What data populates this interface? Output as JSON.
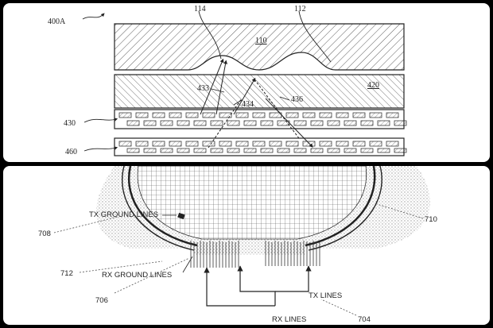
{
  "figure_top": {
    "ref_labels": {
      "fig": "400A",
      "r114": "114",
      "r112": "112",
      "r110": "110",
      "r420": "420",
      "r433": "433",
      "r434": "434",
      "r436": "436",
      "r430": "430",
      "r460": "460"
    }
  },
  "figure_bottom": {
    "text_labels": {
      "tx_ground_lines": "TX GROUND LINES",
      "rx_ground_lines": "RX GROUND LINES",
      "tx_lines": "TX LINES",
      "rx_lines": "RX LINES"
    },
    "ref_labels": {
      "r708": "708",
      "r710": "710",
      "r712": "712",
      "r706": "706",
      "r704": "704"
    }
  },
  "colors": {
    "background": "#000000",
    "panel": "#ffffff",
    "ink": "#222222",
    "stipple": "#bdbdbd"
  }
}
